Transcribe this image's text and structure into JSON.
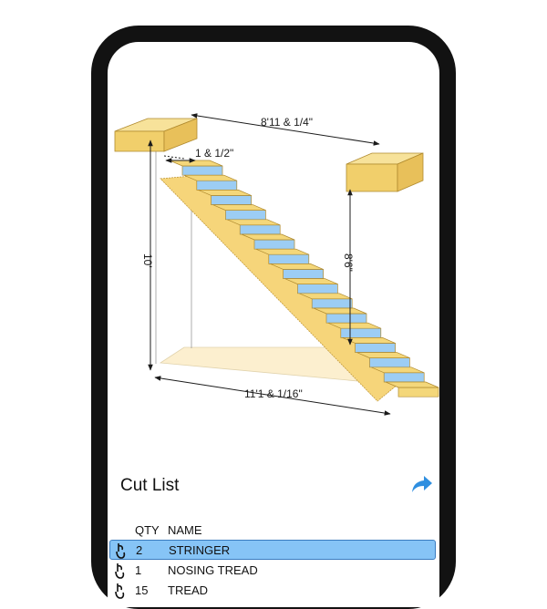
{
  "diagram": {
    "top_width_label": "8'11 & 1/4\"",
    "tread_label": "1 & 1/2\"",
    "total_height_label": "10'",
    "landing_height_label": "8'6\"",
    "run_label": "11'1 & 1/16\"",
    "colors": {
      "wood": "#f4d77a",
      "riser": "#9ccdf4",
      "edge": "#b08a2e"
    }
  },
  "cut_list": {
    "title": "Cut List",
    "share_icon": "share-icon",
    "columns": {
      "qty": "QTY",
      "name": "NAME"
    },
    "rows": [
      {
        "qty": "2",
        "name": "STRINGER",
        "selected": true
      },
      {
        "qty": "1",
        "name": "NOSING TREAD",
        "selected": false
      },
      {
        "qty": "15",
        "name": "TREAD",
        "selected": false
      }
    ]
  },
  "colors": {
    "selection": "#86c4f6",
    "accent": "#2f8fe0"
  }
}
